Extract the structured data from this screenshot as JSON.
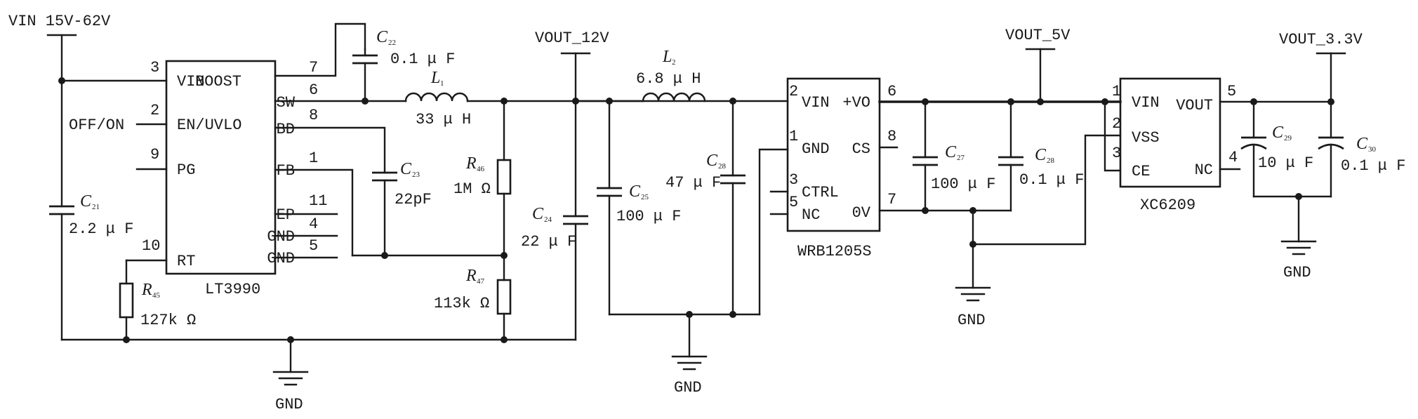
{
  "rails": {
    "vin": "VIN 15V-62V",
    "vout12": "VOUT_12V",
    "vout5": "VOUT_5V",
    "vout33": "VOUT_3.3V",
    "gnd": "GND"
  },
  "u_lt3990": {
    "name": "LT3990",
    "pins": {
      "vin": "VIN",
      "en": "EN/UVLO",
      "pg": "PG",
      "rt": "RT",
      "boost": "BOOST",
      "sw": "SW",
      "bd": "BD",
      "fb": "FB",
      "ep": "EP",
      "gnd1": "GND",
      "gnd2": "GND"
    },
    "pin_numbers": {
      "vin": "3",
      "en": "2",
      "pg": "9",
      "rt": "10",
      "boost": "7",
      "sw": "6",
      "bd": "8",
      "fb": "1",
      "ep": "11",
      "gnd1": "4",
      "gnd2": "5"
    },
    "off_on": "OFF/ON"
  },
  "u_wrb": {
    "name": "WRB1205S",
    "pins": {
      "vin": "VIN",
      "gnd": "GND",
      "ctrl": "CTRL",
      "nc": "NC",
      "vo": "+VO",
      "cs": "CS",
      "ov": "0V"
    },
    "pin_numbers": {
      "vin": "2",
      "gnd": "1",
      "ctrl": "3",
      "nc": "5",
      "vo": "6",
      "cs": "8",
      "ov": "7"
    }
  },
  "u_xc": {
    "name": "XC6209",
    "pins": {
      "vin": "VIN",
      "vss": "VSS",
      "ce": "CE",
      "vout": "VOUT",
      "nc": "NC"
    },
    "pin_numbers": {
      "vin": "1",
      "vss": "2",
      "ce": "3",
      "vout": "5",
      "nc": "4"
    }
  },
  "components": {
    "c21": {
      "ref": "C",
      "sub": "21",
      "value": "2.2 μ F"
    },
    "c22": {
      "ref": "C",
      "sub": "22",
      "value": "0.1 μ F"
    },
    "c23": {
      "ref": "C",
      "sub": "23",
      "value": "22pF"
    },
    "c24": {
      "ref": "C",
      "sub": "24",
      "value": "22 μ F"
    },
    "c25": {
      "ref": "C",
      "sub": "25",
      "value": "100 μ F"
    },
    "c28a": {
      "ref": "C",
      "sub": "28",
      "value": "47 μ F"
    },
    "c27": {
      "ref": "C",
      "sub": "27",
      "value": "100 μ F"
    },
    "c28b": {
      "ref": "C",
      "sub": "28",
      "value": "0.1 μ F"
    },
    "c29": {
      "ref": "C",
      "sub": "29",
      "value": "10 μ F"
    },
    "c30": {
      "ref": "C",
      "sub": "30",
      "value": "0.1 μ F"
    },
    "l1": {
      "ref": "L",
      "sub": "1",
      "value": "33 μ H"
    },
    "l2": {
      "ref": "L",
      "sub": "2",
      "value": "6.8 μ H"
    },
    "r45": {
      "ref": "R",
      "sub": "45",
      "value": "127k Ω"
    },
    "r46": {
      "ref": "R",
      "sub": "46",
      "value": "1M Ω"
    },
    "r47": {
      "ref": "R",
      "sub": "47",
      "value": "113k Ω"
    }
  }
}
